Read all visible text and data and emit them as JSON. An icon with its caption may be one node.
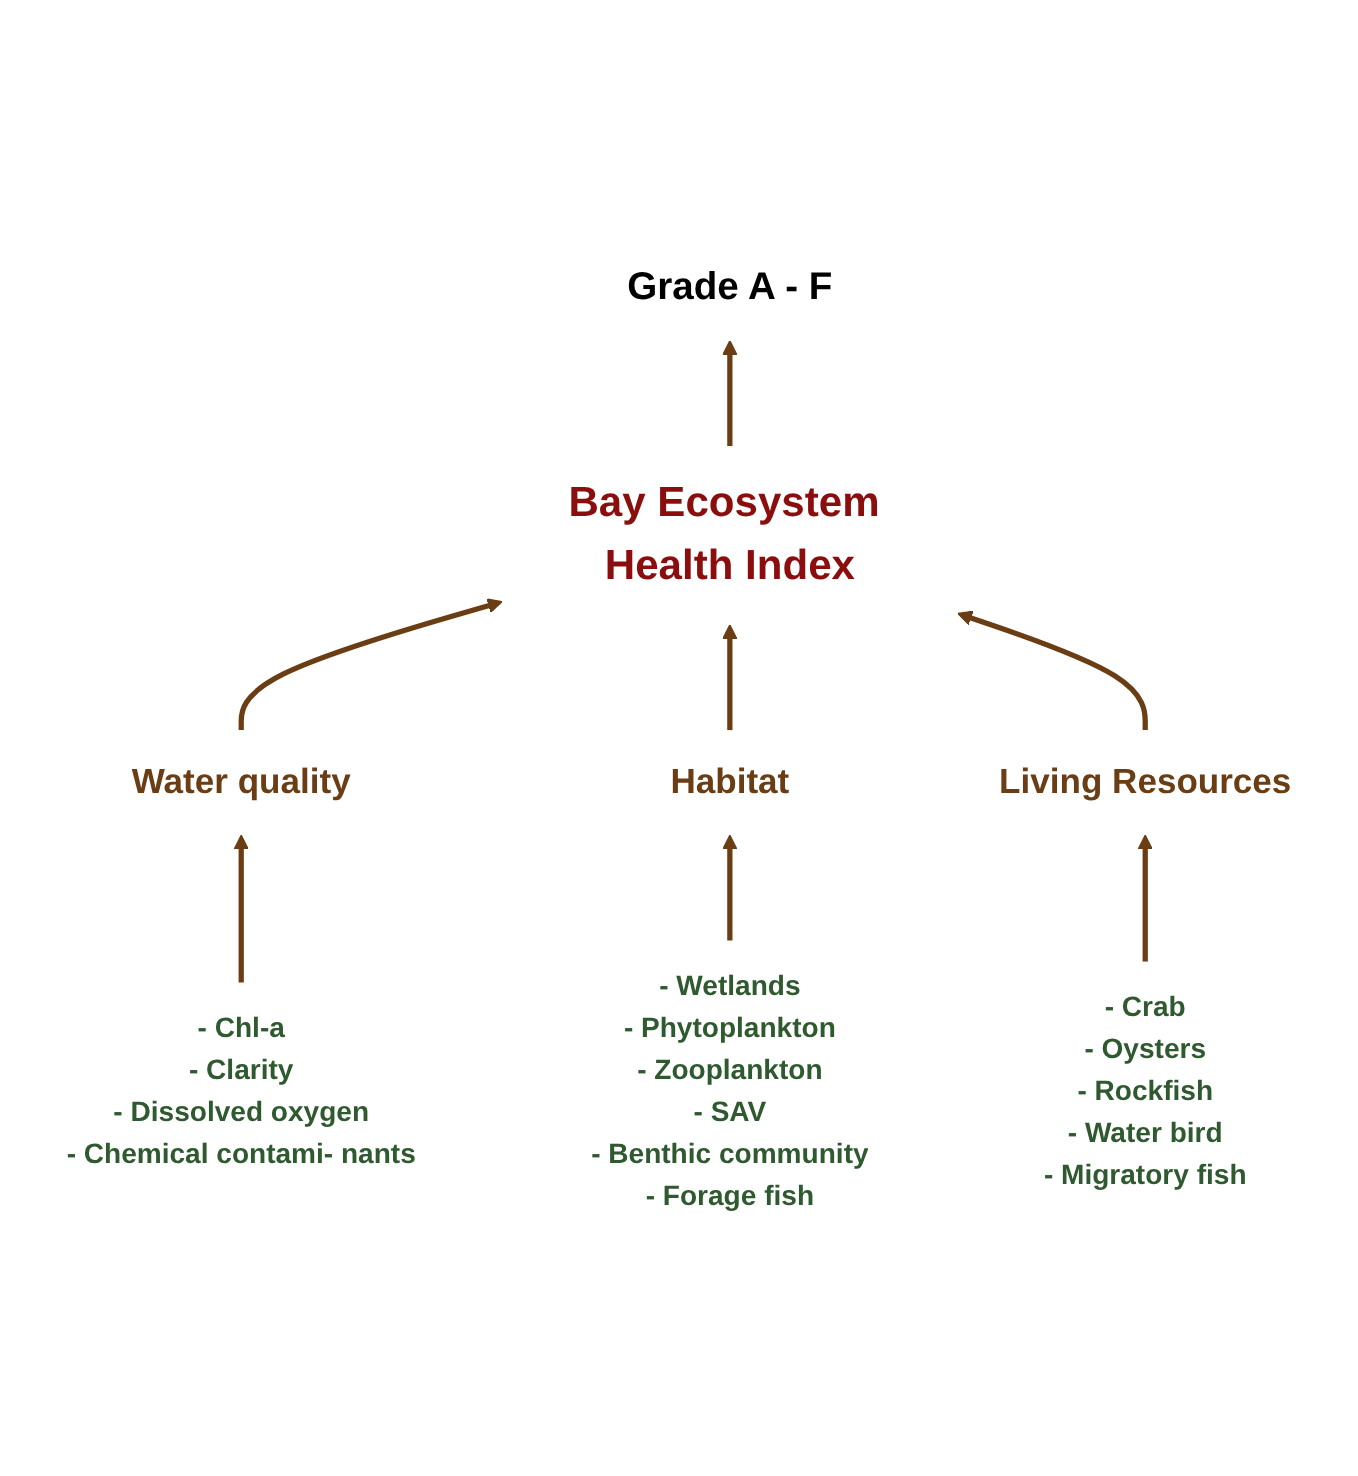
{
  "diagram": {
    "nodes": [
      {
        "text": [
          "Grade A - F"
        ]
      },
      {
        "text": [
          "Bay Ecosystem Health Index"
        ]
      },
      {
        "text": [
          "Water quality"
        ]
      },
      {
        "text": [
          "Habitat"
        ]
      },
      {
        "text": [
          "Living Resources"
        ]
      },
      {
        "text": [
          "- Chl-a",
          "- Clarity",
          "- Dissolved oxygen",
          "- Chemical contami- nants"
        ]
      },
      {
        "text": [
          "- Wetlands",
          "- Phytoplankton",
          "- Zooplankton",
          "- SAV",
          "- Benthic community",
          "- Forage fish"
        ]
      },
      {
        "text": [
          "- Crab",
          "- Oysters",
          "- Rockfish",
          "- Water bird",
          "- Migratory fish"
        ]
      }
    ],
    "edges": [
      {
        "from": 5,
        "to": 2,
        "arrow": "to"
      },
      {
        "from": 6,
        "to": 3,
        "arrow": "to"
      },
      {
        "from": 7,
        "to": 4,
        "arrow": "to"
      },
      {
        "from": 2,
        "to": 1,
        "arrow": "to"
      },
      {
        "from": 3,
        "to": 1,
        "arrow": "to"
      },
      {
        "from": 4,
        "to": 1,
        "arrow": "to"
      },
      {
        "from": 1,
        "to": 0,
        "arrow": "to"
      }
    ]
  }
}
